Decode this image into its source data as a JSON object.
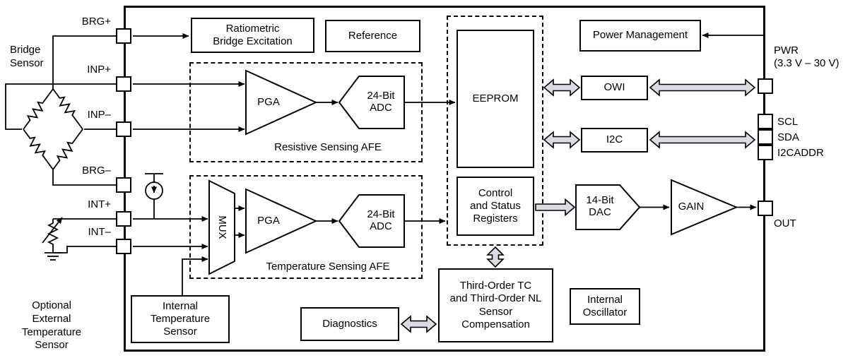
{
  "blocks": {
    "ratiometric": "Ratiometric Bridge Excitation",
    "reference": "Reference",
    "pga_resistive": "PGA",
    "adc_resistive": "24-Bit ADC",
    "resistive_afe": "Resistive Sensing AFE",
    "mux": "MUX",
    "pga_temp": "PGA",
    "adc_temp": "24-Bit ADC",
    "temp_afe": "Temperature Sensing AFE",
    "eeprom": "EEPROM",
    "registers": "Control and Status Registers",
    "compensation": "Third-Order TC and Third-Order NL Sensor Compensation",
    "power_mgmt": "Power Management",
    "owi": "OWI",
    "i2c": "I2C",
    "dac": "14-Bit DAC",
    "gain": "GAIN",
    "oscillator": "Internal Oscillator",
    "int_temp_sensor": "Internal Temperature Sensor",
    "diagnostics": "Diagnostics"
  },
  "pins": {
    "left": [
      "BRG+",
      "INP+",
      "INP–",
      "BRG–",
      "INT+",
      "INT–"
    ],
    "right": {
      "pwr": "PWR",
      "pwr_range": "(3.3 V – 30 V)",
      "scl": "SCL",
      "sda": "SDA",
      "i2caddr": "I2CADDR",
      "out": "OUT"
    }
  },
  "external": {
    "bridge_sensor": "Bridge Sensor",
    "optional_temp": "Optional External Temperature Sensor"
  },
  "colors": {
    "block_arrow_fill": "#d9dde2",
    "line": "#000000"
  }
}
